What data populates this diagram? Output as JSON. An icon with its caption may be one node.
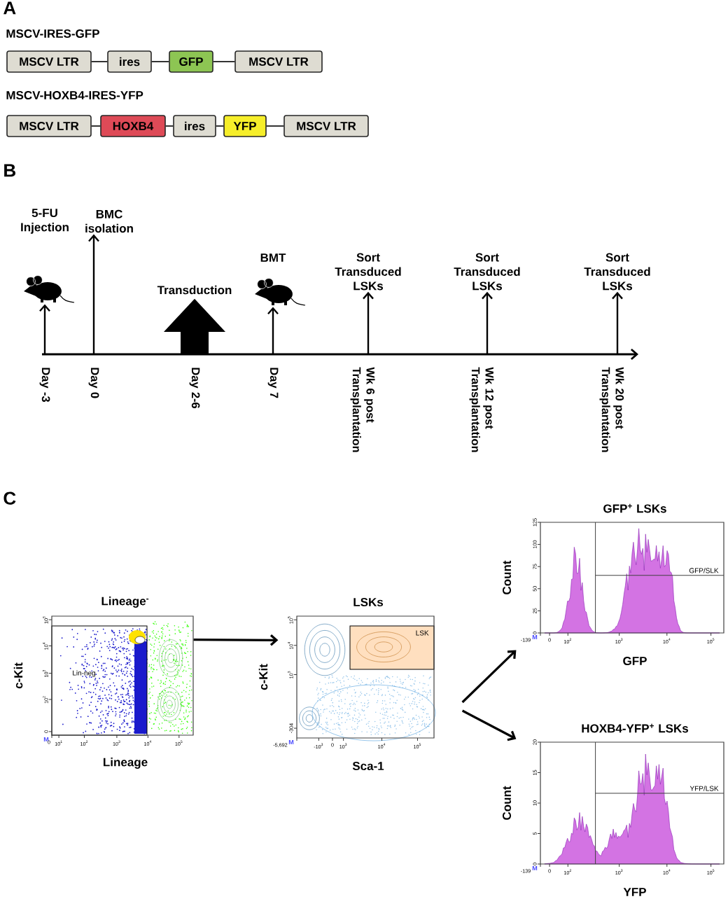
{
  "diagram": {
    "nodes": [
      {
        "text": [
          "MSCV LTR"
        ]
      },
      {
        "text": [
          "ires"
        ]
      },
      {
        "text": [
          "GFP"
        ]
      },
      {
        "text": [
          "MSCV LTR"
        ]
      },
      {
        "text": [
          "MSCV LTR"
        ]
      },
      {
        "text": [
          "HOXB4"
        ]
      },
      {
        "text": [
          "ires"
        ]
      },
      {
        "text": [
          "YFP"
        ]
      },
      {
        "text": [
          "MSCV LTR"
        ]
      },
      {
        "text": [
          "5-FU Injection"
        ]
      },
      {
        "text": [
          "BMC isolation"
        ]
      },
      {
        "text": [],
        "shape": "mouse"
      },
      {
        "text": [
          "Transduction"
        ]
      },
      {
        "text": [
          "BMT"
        ]
      },
      {
        "text": [],
        "shape": "mouse"
      },
      {
        "text": [
          "Sort Transduced LSKs"
        ]
      },
      {
        "text": [
          "Sort Transduced LSKs"
        ]
      },
      {
        "text": [
          "Sort Transduced LSKs"
        ]
      },
      {
        "text": [
          "Lineage$^{-}$",
          "Lin-neg"
        ],
        "beside": [
          "c-Kit",
          "Lineage",
          "M",
          "0",
          "10$^{2}$",
          "10$^{3}$",
          "10$^{4}$",
          "10$^{5}$",
          "0",
          "10$^{1}$",
          "10$^{2}$",
          "10$^{3}$",
          "10$^{4}$",
          "10$^{5}$"
        ]
      },
      {
        "text": [
          "LSKs",
          "LSK"
        ],
        "beside": [
          "c-Kit",
          "Sca-1",
          "M",
          "-304",
          "10$^{3}$",
          "10$^{4}$",
          "10$^{5}$",
          "-5,692",
          "-10$^{3}$",
          "0",
          "10$^{3}$",
          "10$^{4}$",
          "10$^{5}$"
        ]
      },
      {
        "text": [
          "GFP$^{+}$ LSKs",
          "GFP/SLK"
        ],
        "beside": [
          "Count",
          "GFP",
          "M",
          "0",
          "25",
          "50",
          "75",
          "100",
          "125",
          "-139",
          "0",
          "10$^{2}$",
          "10$^{3}$",
          "10$^{4}$",
          "10$^{5}$"
        ]
      },
      {
        "text": [
          "HOXB4-YFP$^{+}$ LSKs",
          "YFP/LSK"
        ],
        "beside": [
          "Count",
          "YFP",
          "M",
          "0",
          "5",
          "10",
          "15",
          "20",
          "-139",
          "0",
          "10$^{2}$",
          "10$^{3}$",
          "10$^{4}$",
          "10$^{5}$"
        ]
      }
    ],
    "edges": [
      {
        "from": 0,
        "to": 1,
        "arrow": "none"
      },
      {
        "from": 1,
        "to": 2,
        "arrow": "none"
      },
      {
        "from": 2,
        "to": 3,
        "arrow": "none"
      },
      {
        "from": 4,
        "to": 5,
        "arrow": "none"
      },
      {
        "from": 5,
        "to": 6,
        "arrow": "none"
      },
      {
        "from": 6,
        "to": 7,
        "arrow": "none"
      },
      {
        "from": 7,
        "to": 8,
        "arrow": "none"
      },
      {
        "from": null,
        "to": 11,
        "arrow": "to"
      },
      {
        "from": null,
        "to": 10,
        "arrow": "to"
      },
      {
        "from": null,
        "to": 12,
        "arrow": "to",
        "style": "thick"
      },
      {
        "from": null,
        "to": 14,
        "arrow": "to"
      },
      {
        "from": null,
        "to": 15,
        "arrow": "to"
      },
      {
        "from": null,
        "to": 16,
        "arrow": "to"
      },
      {
        "from": null,
        "to": 17,
        "arrow": "to"
      },
      {
        "from": 18,
        "to": 19,
        "arrow": "to"
      },
      {
        "from": 19,
        "to": 20,
        "arrow": "to"
      },
      {
        "from": 19,
        "to": 21,
        "arrow": "to"
      }
    ],
    "labels": [
      "A",
      "MSCV-IRES-GFP",
      "MSCV-HOXB4-IRES-YFP",
      "B",
      "Day -3",
      "Day 0",
      "Day 2-6",
      "Day 7",
      "Wk 6 post Transplantation",
      "Wk 12 post Transplantation",
      "Wk 20 post Transplantation",
      "C"
    ]
  }
}
